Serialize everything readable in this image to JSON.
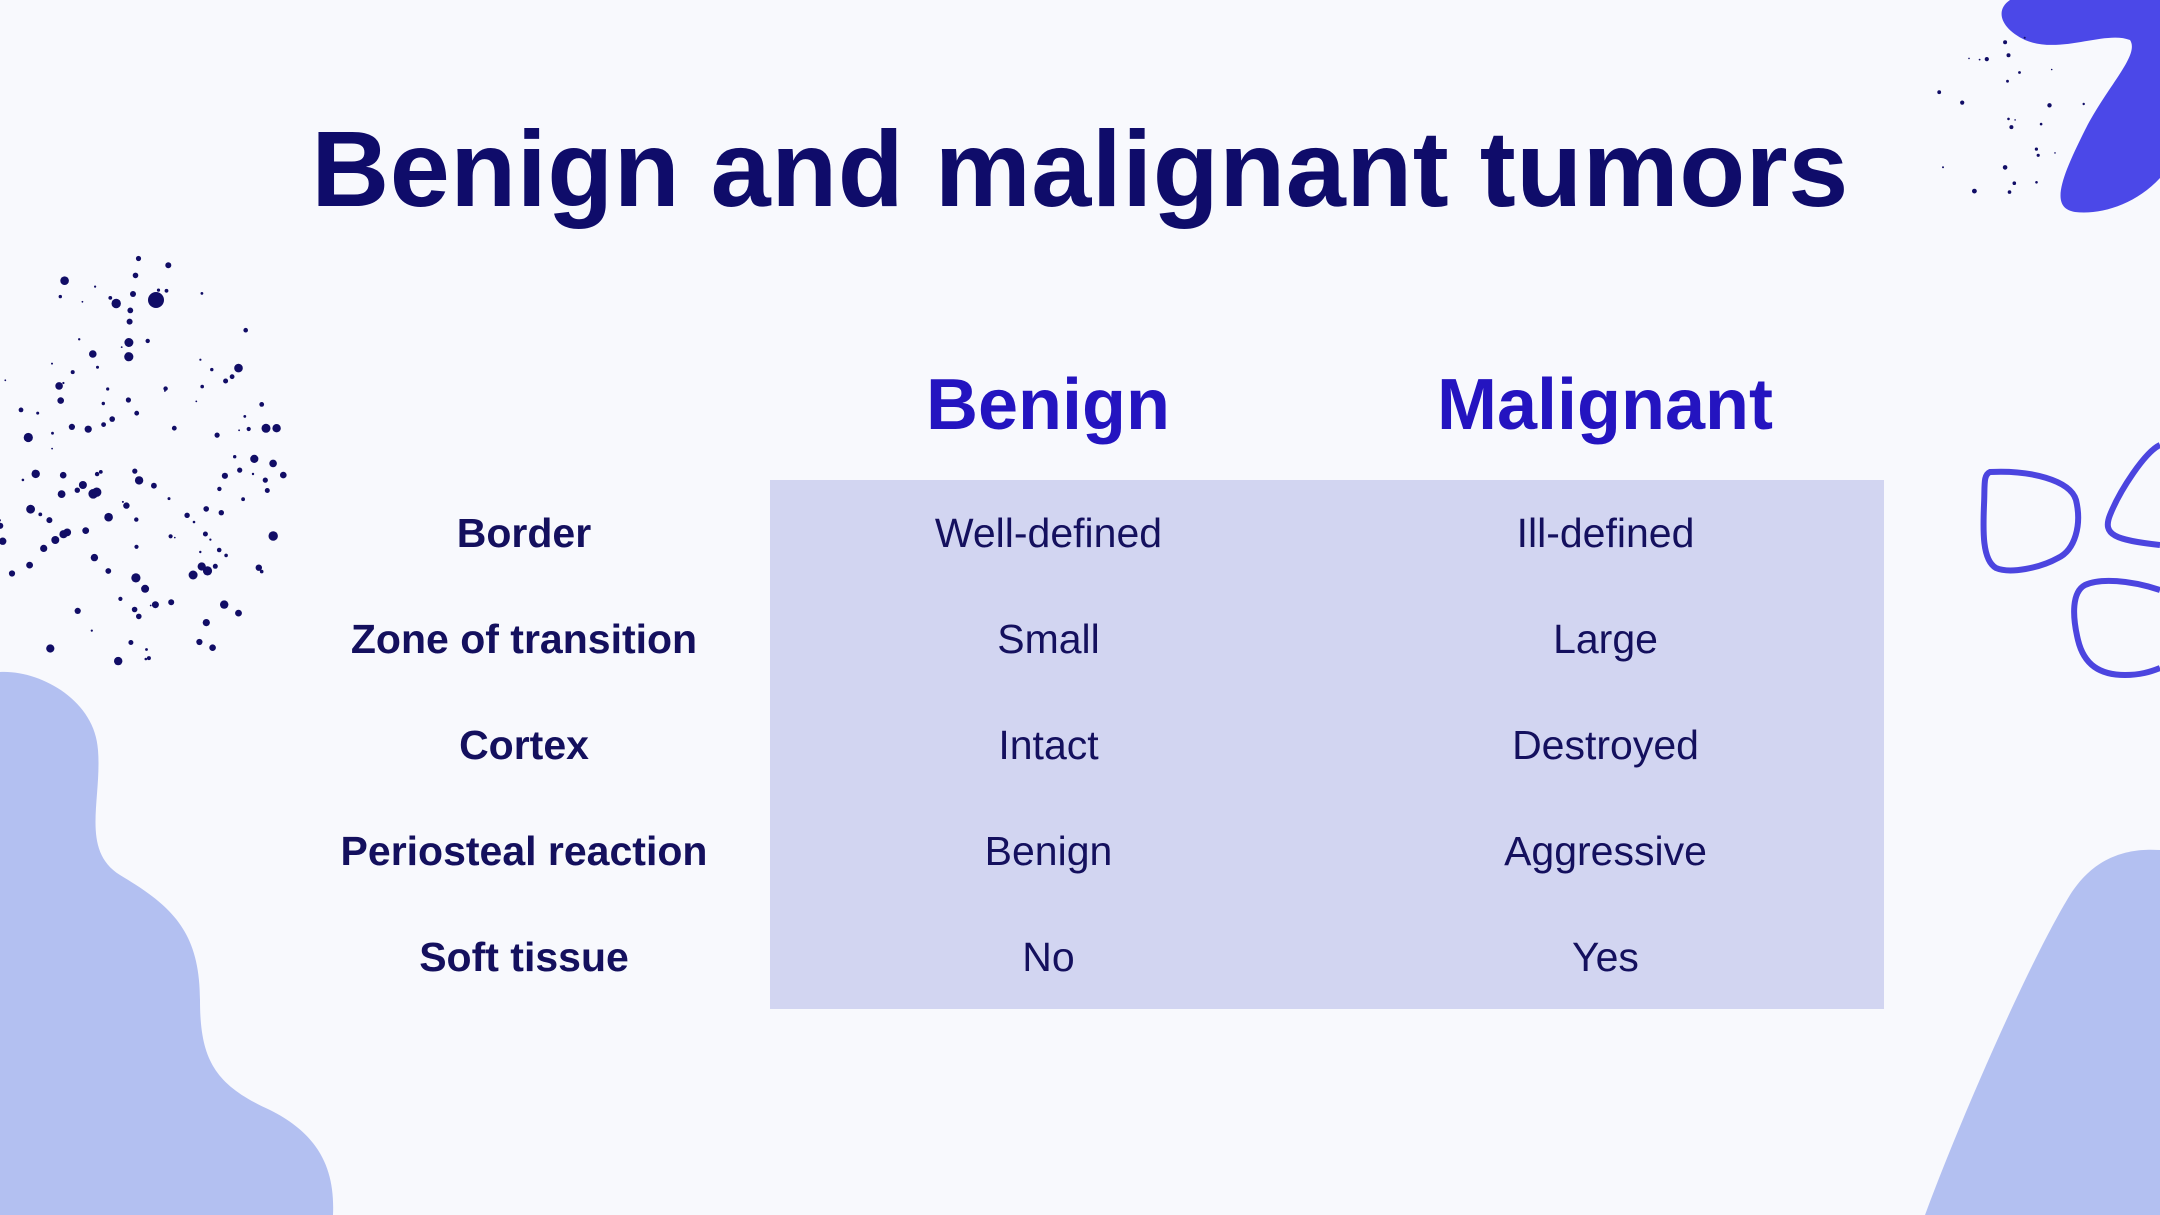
{
  "slide": {
    "title": "Benign and malignant tumors",
    "colors": {
      "background": "#f8f9fd",
      "title": "#0f0c6a",
      "column_header": "#2414c0",
      "table_fill": "#d2d5f1",
      "blob_light": "#b3c0f1",
      "blob_accent": "#4b48e8",
      "outline_accent": "#4c45df",
      "dots": "#110d66"
    }
  },
  "table": {
    "columns": [
      "Benign",
      "Malignant"
    ],
    "rows": [
      {
        "label": "Border",
        "benign": "Well-defined",
        "malignant": "Ill-defined"
      },
      {
        "label": "Zone of transition",
        "benign": "Small",
        "malignant": "Large"
      },
      {
        "label": "Cortex",
        "benign": "Intact",
        "malignant": "Destroyed"
      },
      {
        "label": "Periosteal reaction",
        "benign": "Benign",
        "malignant": "Aggressive"
      },
      {
        "label": "Soft tissue",
        "benign": "No",
        "malignant": "Yes"
      }
    ]
  }
}
